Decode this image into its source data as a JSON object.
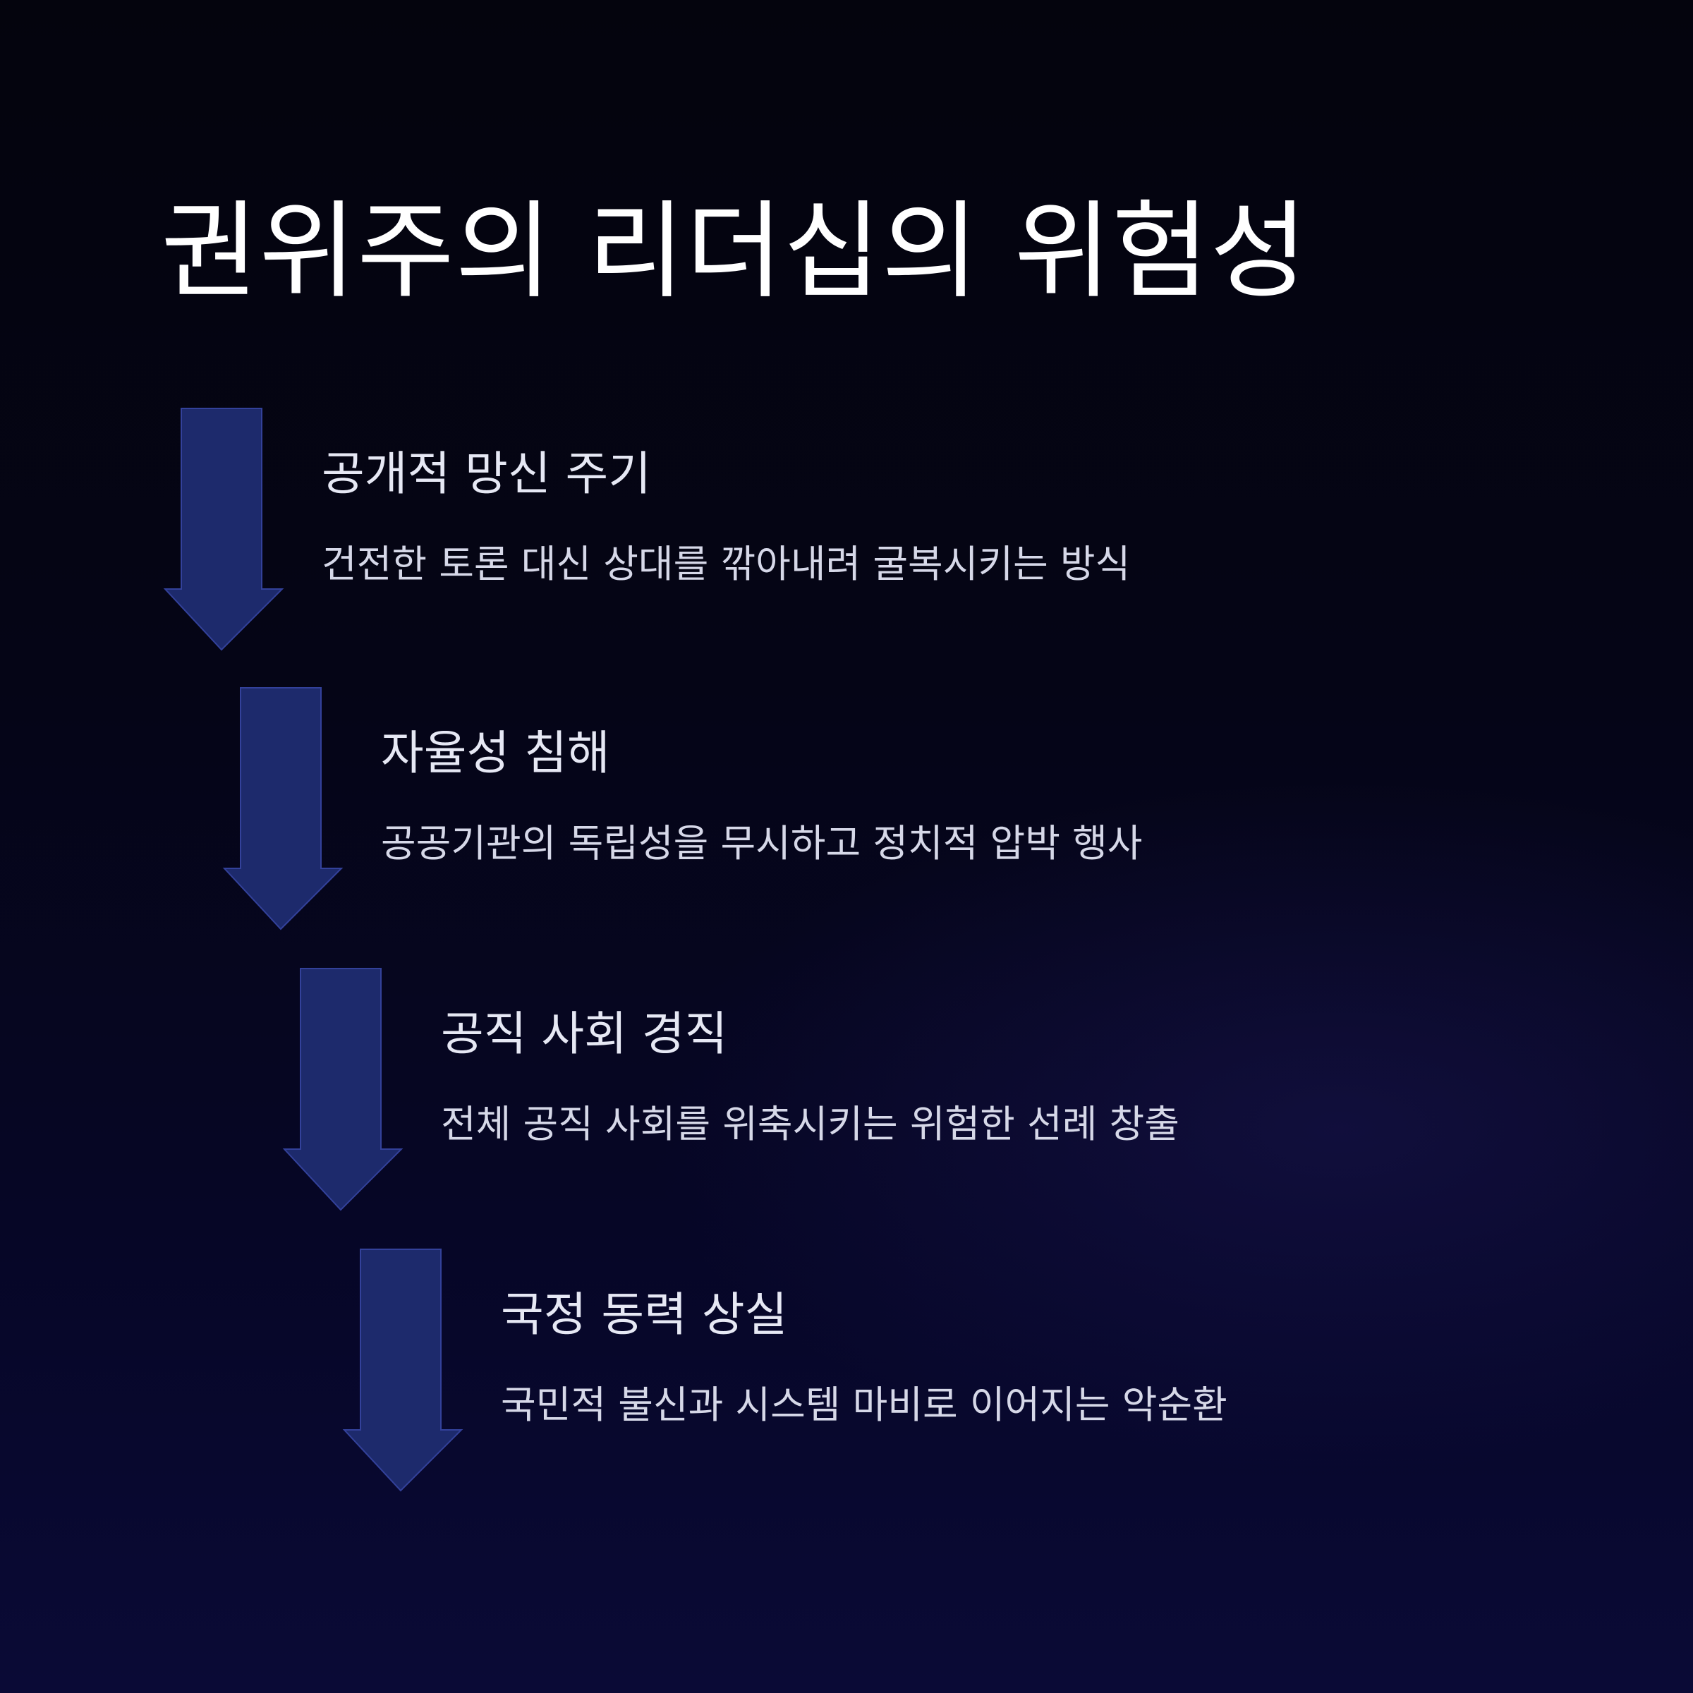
{
  "title": "권위주의 리더십의 위험성",
  "colors": {
    "background_top": "#04040d",
    "background_bottom": "#0a0a36",
    "arrow_fill": "#1d2a6c",
    "arrow_stroke": "#33419a",
    "text_primary": "#ffffff"
  },
  "steps": [
    {
      "icon": "arrow-down-icon",
      "heading": "공개적 망신 주기",
      "description": "건전한 토론 대신 상대를 깎아내려 굴복시키는 방식"
    },
    {
      "icon": "arrow-down-icon",
      "heading": "자율성 침해",
      "description": "공공기관의 독립성을 무시하고 정치적 압박 행사"
    },
    {
      "icon": "arrow-down-icon",
      "heading": "공직 사회 경직",
      "description": "전체 공직 사회를 위축시키는 위험한 선례 창출"
    },
    {
      "icon": "arrow-down-icon",
      "heading": "국정 동력 상실",
      "description": "국민적 불신과 시스템 마비로 이어지는 악순환"
    }
  ]
}
